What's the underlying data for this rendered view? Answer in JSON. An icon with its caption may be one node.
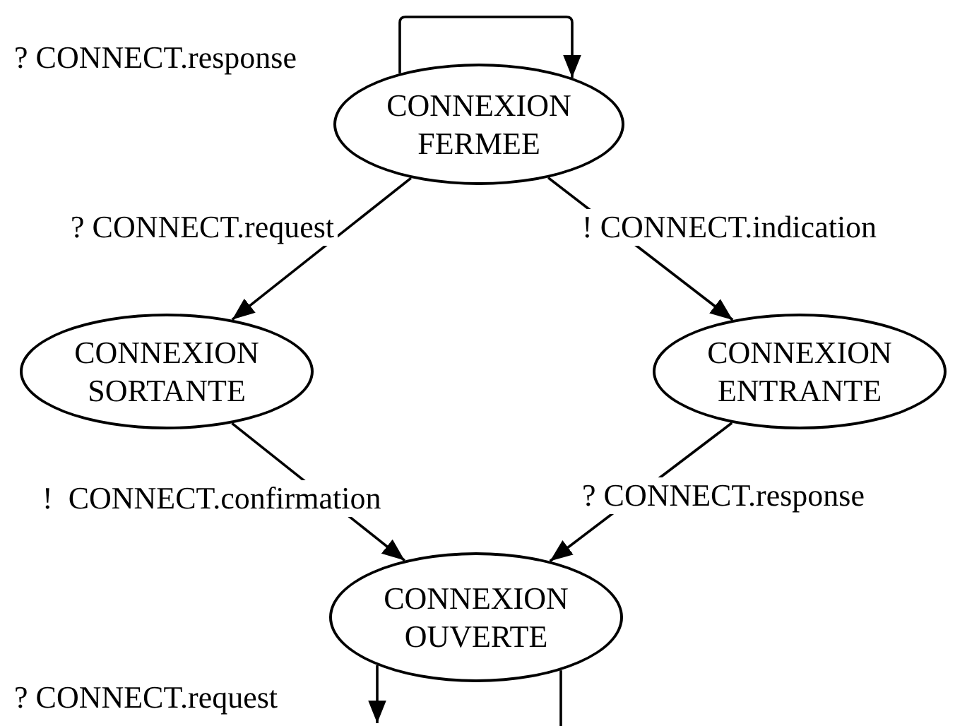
{
  "diagram": {
    "nodes": [
      {
        "text": [
          "CONNEXION FERMEE"
        ]
      },
      {
        "text": [
          "CONNEXION SORTANTE"
        ]
      },
      {
        "text": [
          "CONNEXION ENTRANTE"
        ]
      },
      {
        "text": [
          "CONNEXION OUVERTE"
        ]
      }
    ],
    "edges": [
      {
        "from": 0,
        "to": 0,
        "arrow": "to",
        "label": "? CONNECT.response"
      },
      {
        "from": 0,
        "to": 1,
        "arrow": "to",
        "label": "? CONNECT.request"
      },
      {
        "from": 0,
        "to": 2,
        "arrow": "to",
        "label": "! CONNECT.indication"
      },
      {
        "from": 1,
        "to": 3,
        "arrow": "to",
        "label": "!  CONNECT.confirmation"
      },
      {
        "from": 2,
        "to": 3,
        "arrow": "to",
        "label": "? CONNECT.response"
      },
      {
        "from": 3,
        "to": null,
        "arrow": "to",
        "label": "? CONNECT.request"
      },
      {
        "from": null,
        "to": 3,
        "arrow": "none"
      }
    ]
  }
}
